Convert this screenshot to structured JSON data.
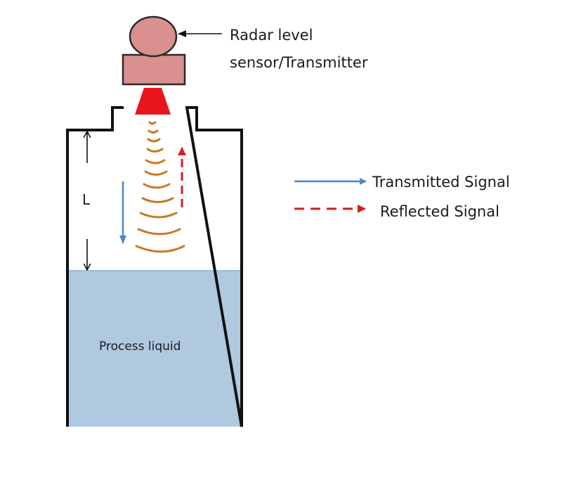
{
  "diagram": {
    "sensor_label_line1": "Radar level",
    "sensor_label_line2": "sensor/Transmitter",
    "distance_label": "L",
    "liquid_label": "Process liquid",
    "legend": {
      "transmitted": "Transmitted Signal",
      "reflected": "Reflected Signal"
    }
  },
  "colors": {
    "background": "#ffffff",
    "tank_outline": "#111111",
    "liquid_fill": "#b0c8e0",
    "sensor_fill": "#d9908f",
    "sensor_stroke": "#2a2a2a",
    "antenna": "#e8161a",
    "wave": "#c97a1f",
    "transmitted_arrow": "#4f86c6",
    "reflected_arrow": "#d41e1e"
  },
  "icons": {
    "sensor_dome": "circle",
    "sensor_body": "rectangle",
    "antenna_horn": "trapezoid",
    "radar_waves": "arcs"
  }
}
